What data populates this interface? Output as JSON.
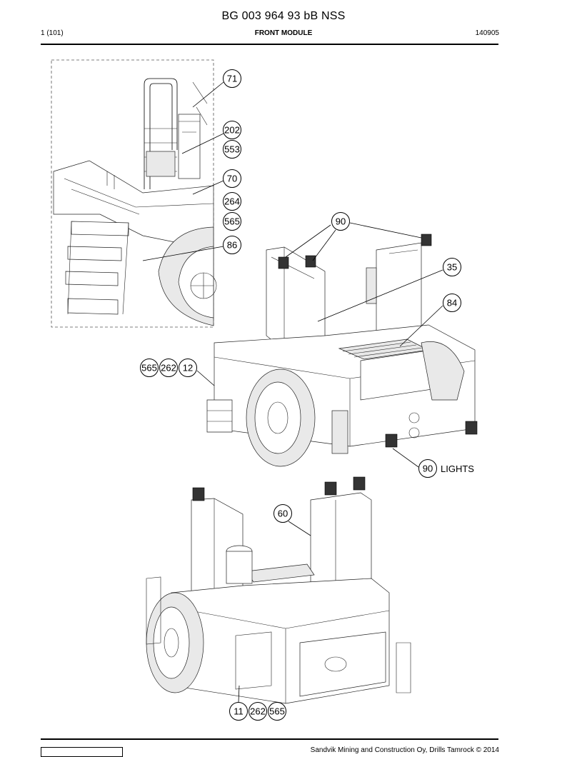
{
  "header": {
    "doc_number": "BG 003 964 93 bB NSS",
    "page": "1 (101)",
    "section": "FRONT MODULE",
    "date_code": "140905"
  },
  "callouts": {
    "c71": "71",
    "c202": "202",
    "c553": "553",
    "c70": "70",
    "c264": "264",
    "c565a": "565",
    "c86": "86",
    "c90top": "90",
    "c35": "35",
    "c84": "84",
    "c565b": "565",
    "c262a": "262",
    "c12": "12",
    "c90lights": "90",
    "c60": "60",
    "c11": "11",
    "c262b": "262",
    "c565c": "565"
  },
  "labels": {
    "lights": "LIGHTS"
  },
  "footer": {
    "copyright": "Sandvik Mining and Construction Oy, Drills Tamrock © 2014"
  }
}
